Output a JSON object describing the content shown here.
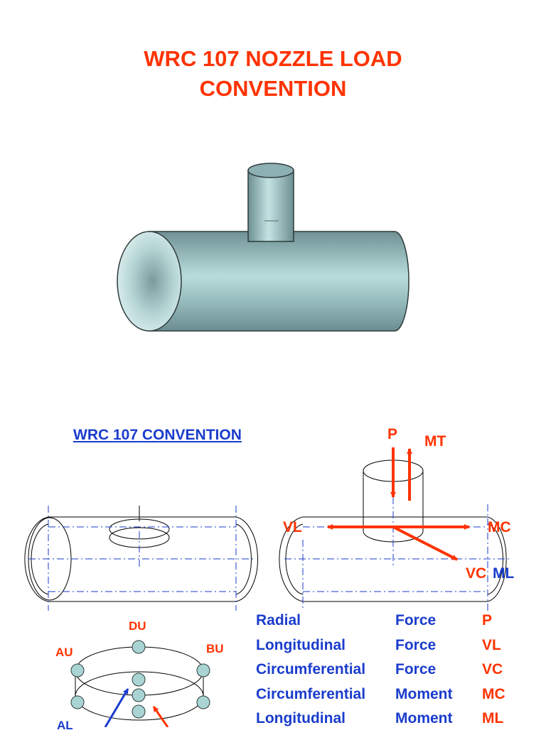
{
  "title": {
    "line1": "WRC 107 NOZZLE LOAD",
    "line2": "CONVENTION"
  },
  "section_title": "WRC 107 CONVENTION",
  "load_labels": {
    "p": "P",
    "mt": "MT",
    "vl": "VL",
    "mc": "MC",
    "vc": "VC",
    "ml": "ML"
  },
  "point_labels": {
    "du": "DU",
    "au": "AU",
    "bu": "BU",
    "al": "AL"
  },
  "legend": [
    {
      "name": "Radial",
      "type": "Force",
      "symbol": "P"
    },
    {
      "name": "Longitudinal",
      "type": "Force",
      "symbol": "VL"
    },
    {
      "name": "Circumferential",
      "type": "Force",
      "symbol": "VC"
    },
    {
      "name": "Circumferential",
      "type": "Moment",
      "symbol": "MC"
    },
    {
      "name": "Longitudinal",
      "type": "Moment",
      "symbol": "ML"
    }
  ],
  "colors": {
    "title_red": "#ff3300",
    "label_blue": "#1a3ccc",
    "pipe_steel": "#8fb3b6"
  }
}
